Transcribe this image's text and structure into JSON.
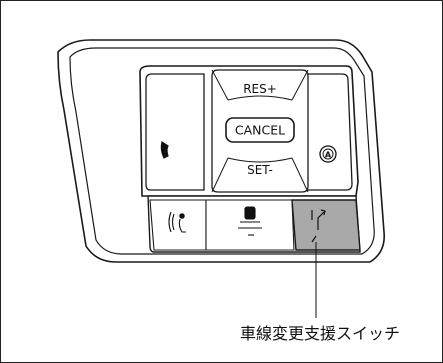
{
  "buttons": {
    "res_plus": "RES+",
    "cancel": "CANCEL",
    "set_minus": "SET-"
  },
  "icons": {
    "phone": "phone-handset-icon",
    "voice": "voice-command-icon",
    "lkas": "lane-keep-assist-icon",
    "lane_change": "lane-change-assist-icon",
    "acc": "adaptive-cruise-a-icon"
  },
  "callout": {
    "label": "車線変更支援スイッチ"
  },
  "colors": {
    "lane_change_button_fill": "#a9a9a9",
    "line": "#1a1a1a",
    "background": "#ffffff"
  }
}
